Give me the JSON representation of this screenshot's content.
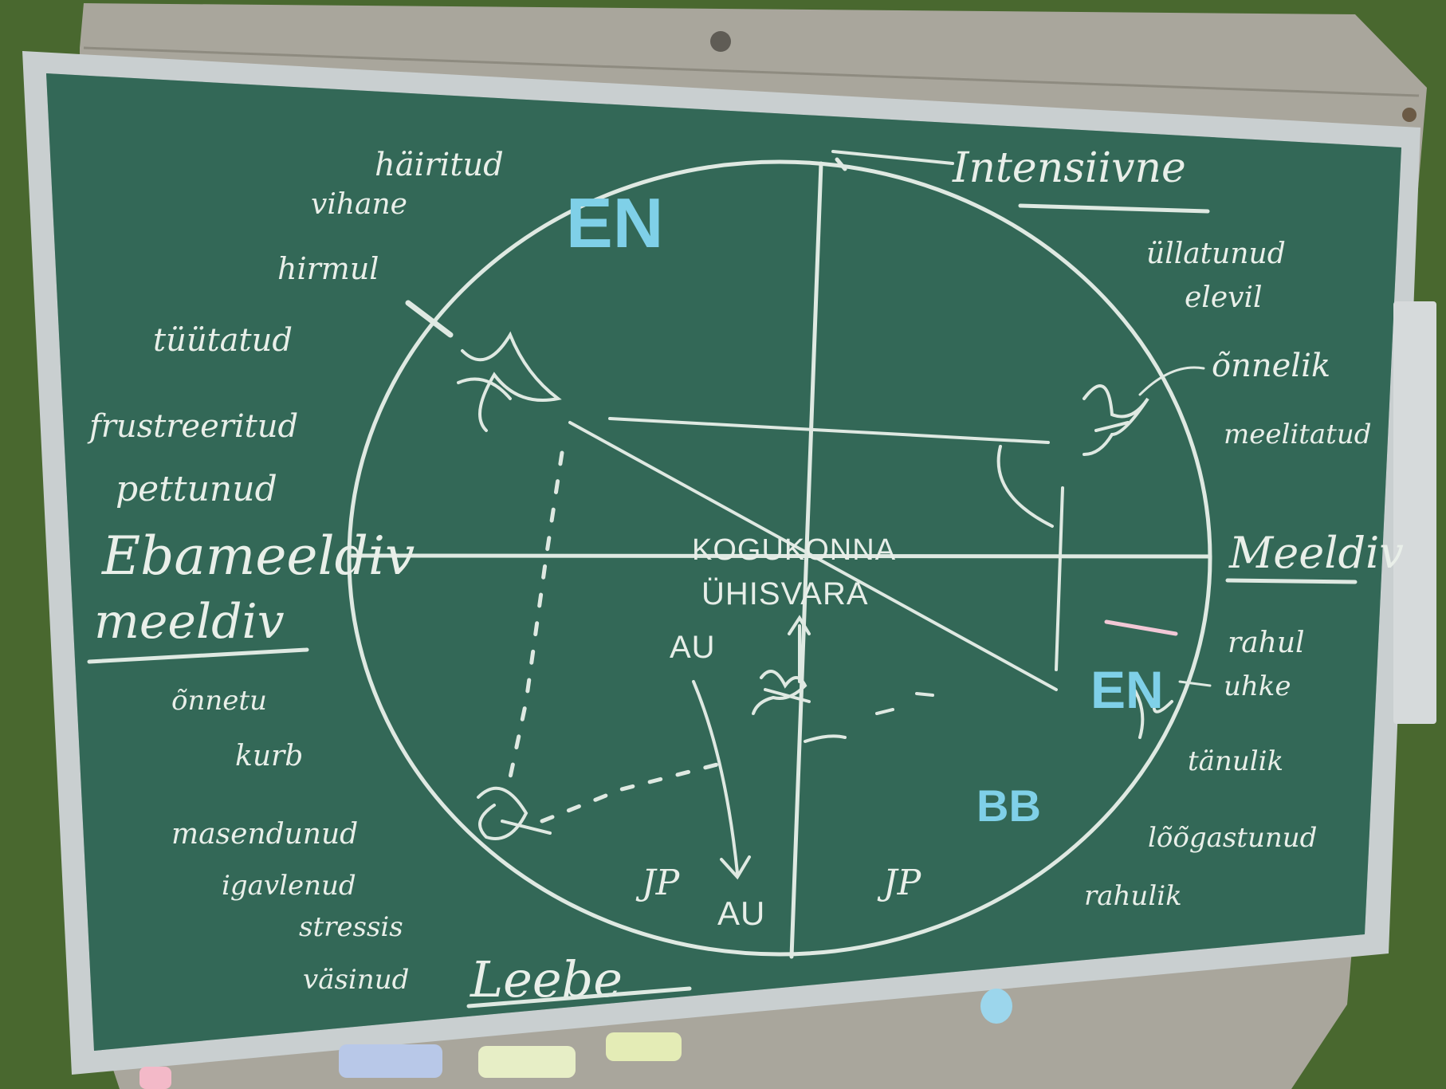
{
  "board": {
    "top_label": "Intensiivne",
    "left_label_line1": "Ebameeldiv",
    "left_label_line2": "meeldiv",
    "right_label": "Meeldiv",
    "bottom_label": "Leebe",
    "center_line1": "KOGUKONNA",
    "center_line2": "ÜHISVARA",
    "quadrant_marks": {
      "en_top": "EN",
      "en_right": "EN",
      "bb": "BB",
      "au_upper": "AU",
      "au_lower": "AU",
      "jp_left": "JP",
      "jp_right": "JP"
    },
    "left_words_top": [
      "häiritud",
      "vihane",
      "hirmul",
      "tüütatud",
      "frustreeritud",
      "pettunud"
    ],
    "left_words_bottom": [
      "õnnetu",
      "kurb",
      "masendunud",
      "igavlenud",
      "stressis",
      "väsinud"
    ],
    "right_words_top": [
      "üllatunud",
      "elevil",
      "õnnelik",
      "meelitatud"
    ],
    "right_words_bottom": [
      "rahul",
      "uhke",
      "tänulik",
      "lõõgastunud",
      "rahulik"
    ]
  }
}
